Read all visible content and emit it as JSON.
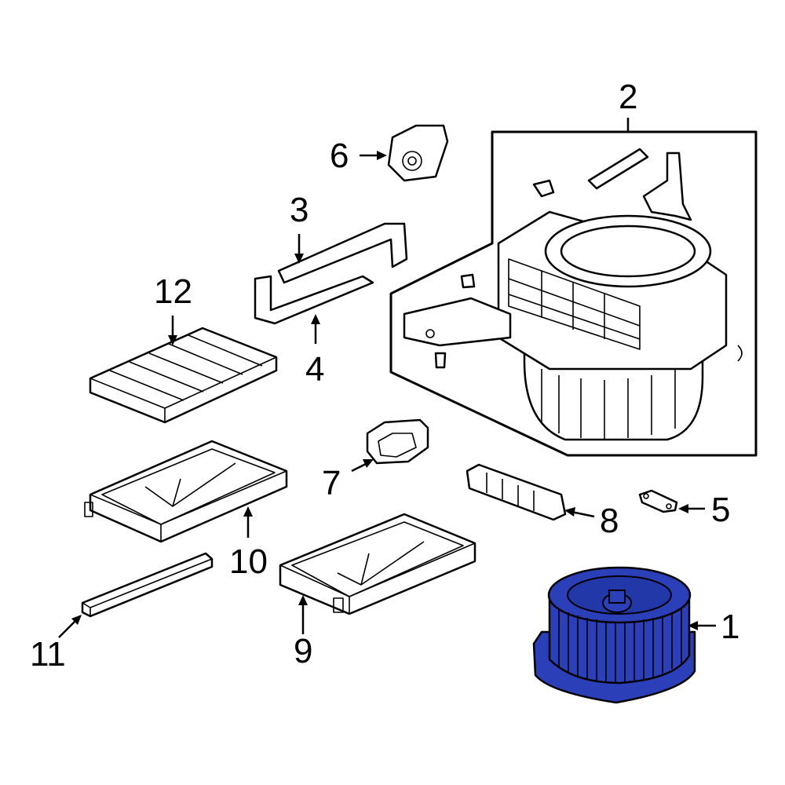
{
  "diagram": {
    "callouts": [
      "1",
      "2",
      "3",
      "4",
      "5",
      "6",
      "7",
      "8",
      "9",
      "10",
      "11",
      "12"
    ],
    "highlight_color": "#2b3fb8"
  }
}
